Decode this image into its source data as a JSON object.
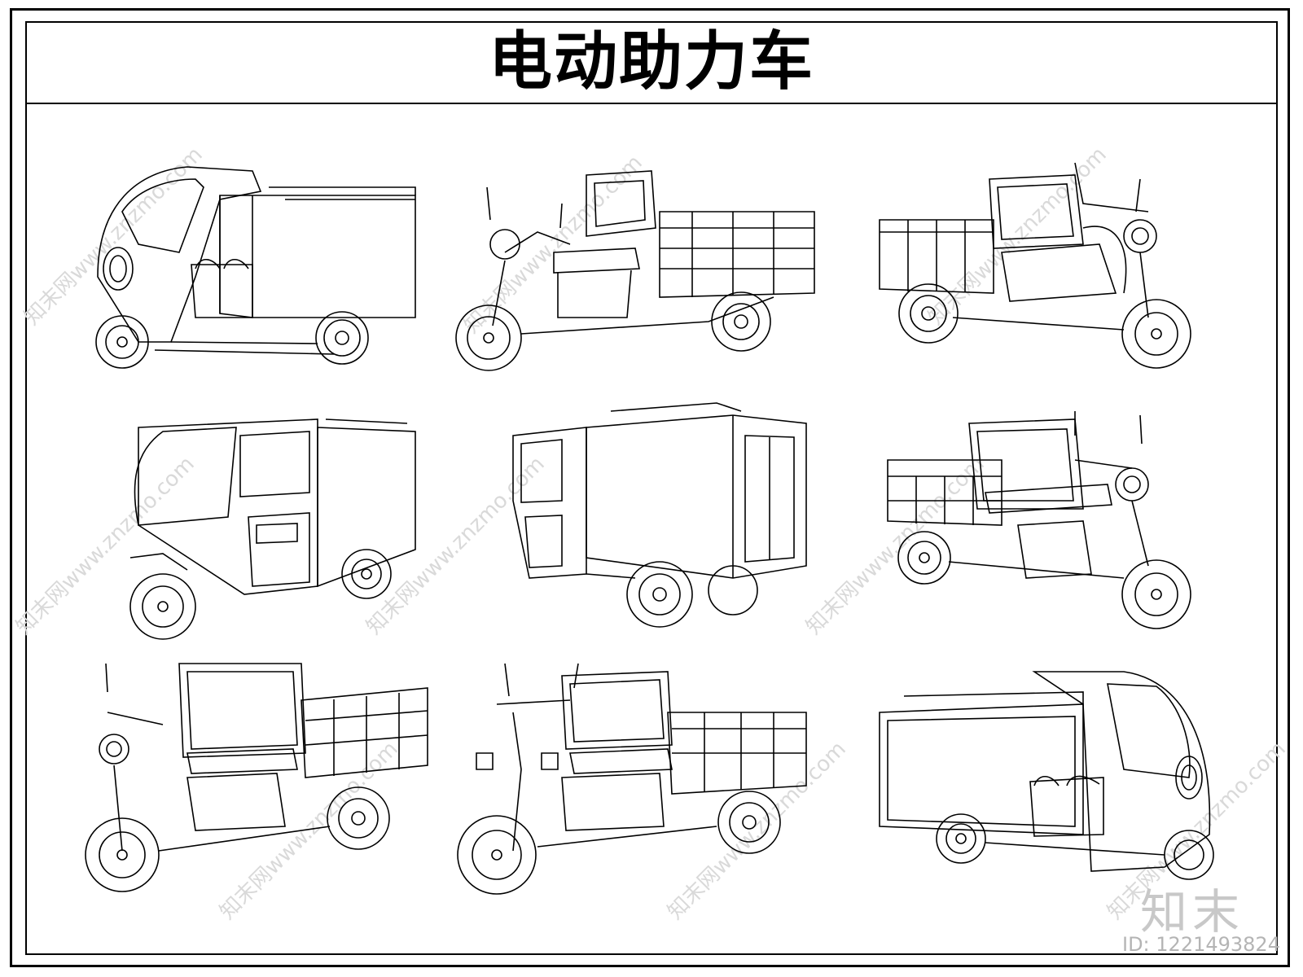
{
  "title": "电动助力车",
  "watermark": {
    "site": "www.znzmo.com",
    "brand_prefix": "知末网"
  },
  "logo_text": "知末",
  "id_label": "ID: 1221493824",
  "vehicles": [
    {
      "style": "enclosed-cab-cargo-box"
    },
    {
      "style": "open-cargo-tricycle"
    },
    {
      "style": "open-cargo-tricycle"
    },
    {
      "style": "closed-cab-van-box"
    },
    {
      "style": "closed-cab-van-box"
    },
    {
      "style": "open-cargo-tricycle"
    },
    {
      "style": "open-cargo-tricycle"
    },
    {
      "style": "open-cargo-tricycle"
    },
    {
      "style": "enclosed-cab-cargo-box"
    }
  ]
}
